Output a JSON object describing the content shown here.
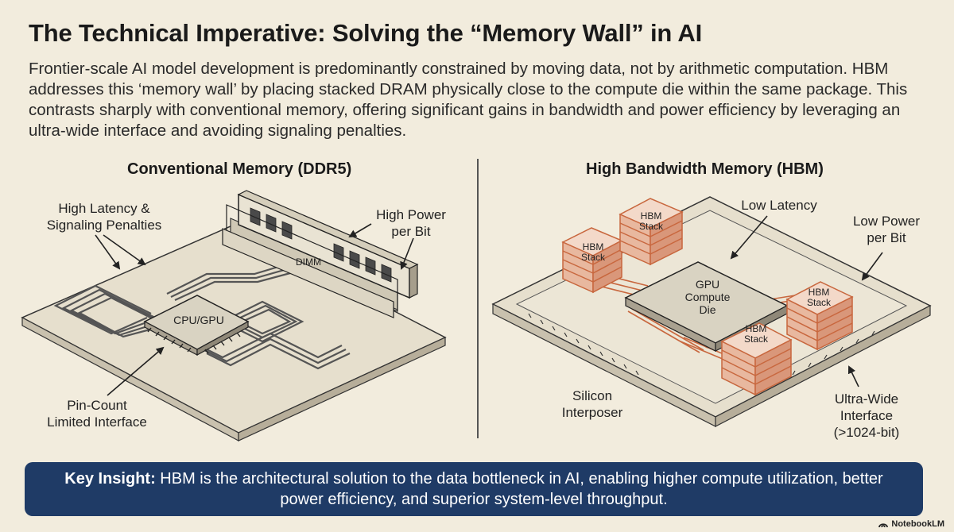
{
  "header": {
    "title": "The Technical Imperative: Solving the “Memory Wall” in AI",
    "intro": "Frontier-scale AI model development is predominantly constrained by moving data, not by arithmetic computation. HBM addresses this ‘memory wall’ by placing stacked DRAM physically close to the compute die within the same package. This contrasts sharply with conventional memory, offering significant gains in bandwidth and power efficiency by leveraging an ultra-wide interface and avoiding signaling penalties."
  },
  "ddr": {
    "title": "Conventional Memory (DDR5)",
    "label_latency_1": "High Latency &",
    "label_latency_2": "Signaling Penalties",
    "label_power_1": "High Power",
    "label_power_2": "per Bit",
    "dimm": "DIMM",
    "chip": "CPU/GPU",
    "label_pin_1": "Pin-Count",
    "label_pin_2": "Limited Interface"
  },
  "hbm": {
    "title": "High Bandwidth Memory (HBM)",
    "label_latency": "Low Latency",
    "label_power_1": "Low Power",
    "label_power_2": "per Bit",
    "gpu_1": "GPU",
    "gpu_2": "Compute",
    "gpu_3": "Die",
    "stack_1": "HBM",
    "stack_2": "Stack",
    "label_interposer_1": "Silicon",
    "label_interposer_2": "Interposer",
    "label_interface_1": "Ultra-Wide",
    "label_interface_2": "Interface",
    "label_interface_3": "(>1024-bit)"
  },
  "insight": {
    "lead": "Key Insight:",
    "text": " HBM is the architectural solution to the data bottleneck in AI, enabling higher compute utilization, better power efficiency, and superior system-level throughput."
  },
  "brand": {
    "name": "NotebookLM"
  },
  "colors": {
    "hbm_stack": "#c8673e",
    "insight_bg": "#1f3b66",
    "background": "#f2ecdd"
  }
}
